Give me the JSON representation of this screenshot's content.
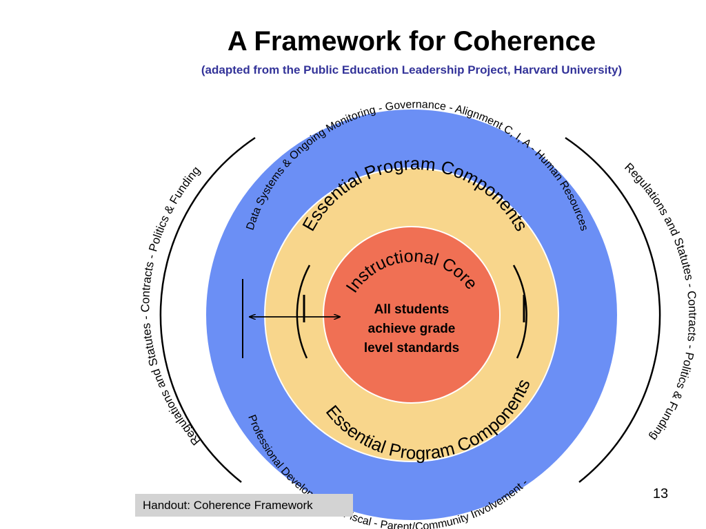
{
  "title": "A Framework for Coherence",
  "subtitle": "(adapted from the Public Education Leadership Project, Harvard University)",
  "diagram": {
    "outer_left_text": "Regulations and Statutes  -   Contracts   -   Politics & Funding",
    "outer_right_text": "Regulations and Statutes  -   Contracts   -   Politics & Funding",
    "blue_ring_top_text": "Data Systems & Ongoing Monitoring  -   Governance  -  Alignment C, I, A  -  Human Resources",
    "blue_ring_bottom_text": "Professional Developm ent  -   Fiscal  -   Parent/Community Involvement  -",
    "yellow_ring_top_text": "Essential Program Components",
    "yellow_ring_bottom_text": "Essential Program Components",
    "core_arc_text": "Instructional Core",
    "core_text_lines": [
      "All students",
      "achieve grade",
      "level standards"
    ],
    "colors": {
      "outer_ring": "#6b8ff5",
      "middle_ring": "#f8d68c",
      "core": "#f07054",
      "ring_border": "#ffffff"
    }
  },
  "handout_label": "Handout: Coherence Framework",
  "page_number": "13"
}
